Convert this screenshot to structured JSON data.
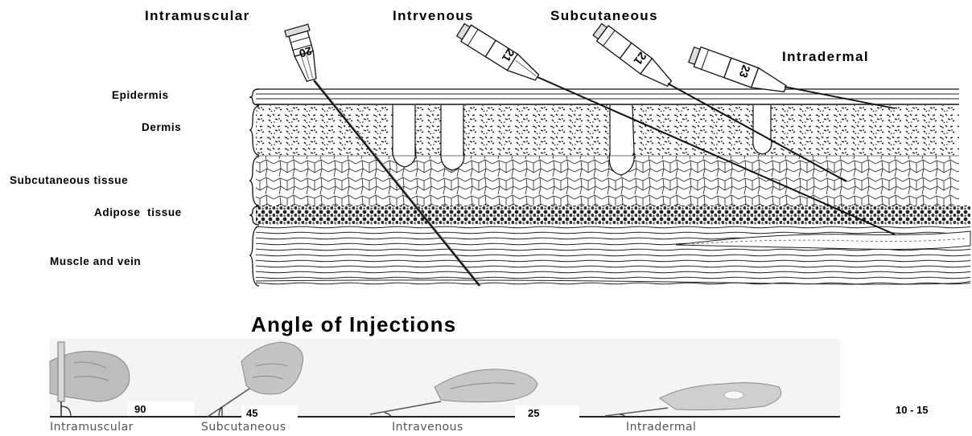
{
  "top_labels": {
    "intramuscular": "Intramuscular",
    "intravenous": "Intrvenous",
    "subcutaneous": "Subcutaneous",
    "intradermal": "Intradermal"
  },
  "layers": {
    "epidermis": "Epidermis",
    "dermis": "Dermis",
    "subcutaneous_tissue": "Subcutaneous tissue",
    "adipose_tissue": "Adipose  tissue",
    "muscle_and_vein": "Muscle and vein"
  },
  "syringe_gauges": {
    "intramuscular": "20",
    "intravenous": "21",
    "subcutaneous": "21",
    "intradermal": "23"
  },
  "angle_section": {
    "title": "Angle of Injections",
    "angles": {
      "intramuscular": "90",
      "subcutaneous": "45",
      "intravenous": "25",
      "intradermal": "10 - 15"
    },
    "labels": {
      "intramuscular": "Intramuscular",
      "subcutaneous": "Subcutaneous",
      "intravenous": "Intravenous",
      "intradermal": "Intradermal"
    }
  }
}
